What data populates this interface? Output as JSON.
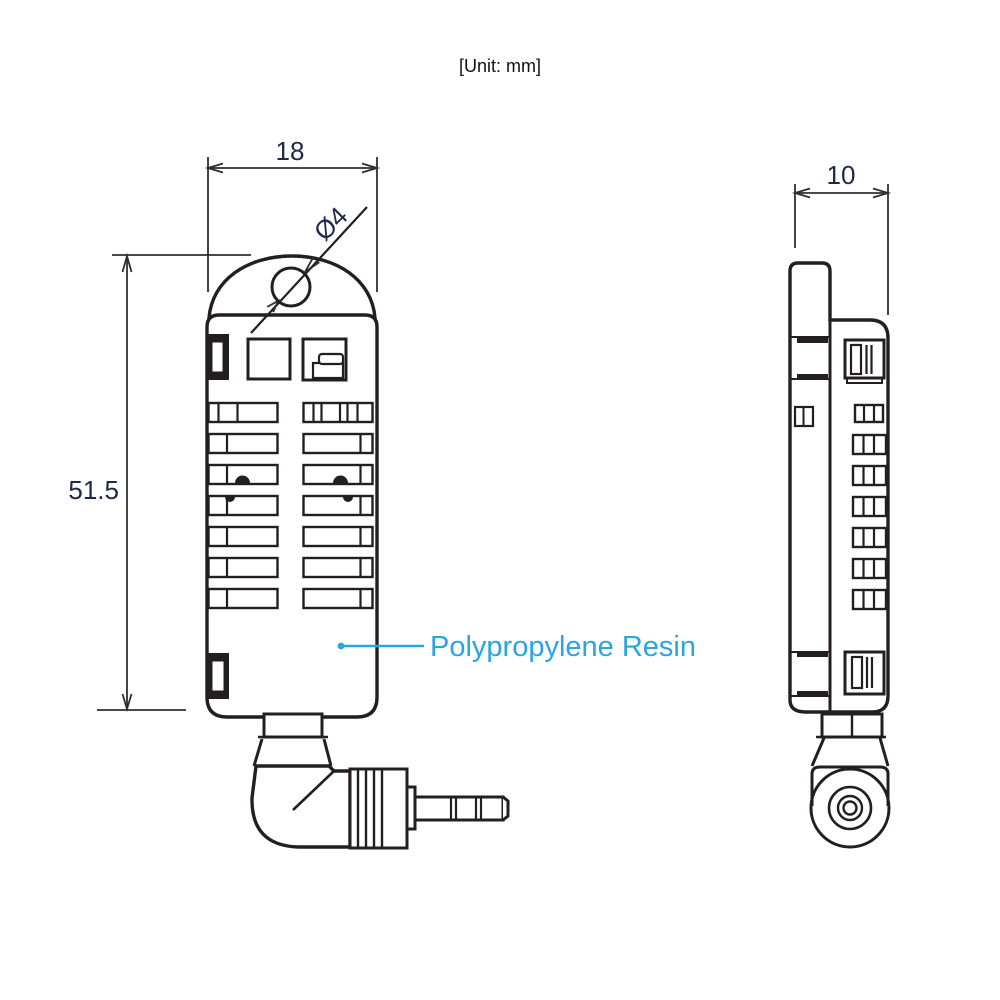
{
  "drawing": {
    "unit_label": "[Unit: mm]",
    "material_callout": "Polypropylene Resin",
    "dimensions": {
      "front_width_mm": "18",
      "front_height_mm": "51.5",
      "hole_diameter": "Ø4",
      "side_depth_mm": "10"
    },
    "colors": {
      "outline": "#231f20",
      "dimension_text": "#20294a",
      "callout_blue": "#2aa5df"
    }
  }
}
